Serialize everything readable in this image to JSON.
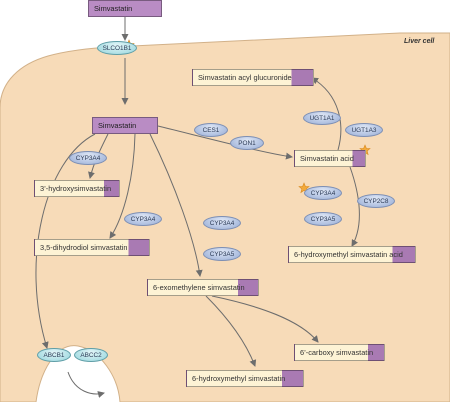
{
  "diagram": {
    "cell_label": "Liver cell",
    "boxes": {
      "simvastatin_extracellular": "Simvastatin",
      "simvastatin": "Simvastatin",
      "acyl_glucuronide": "Simvastatin acyl glucuronide",
      "simvastatin_acid": "Simvastatin acid",
      "hydroxy_3": "3’-hydroxysimvastatin",
      "dihydrodiol": "3,5-dihydrodiol simvastatin",
      "exomethylene": "6-exomethylene simvastatin",
      "hm_acid": "6-hydroxymethyl simvastatin acid",
      "carboxy": "6’-carboxy simvastatin",
      "hm_simvastatin": "6-hydroxymethyl simvastatin"
    },
    "enzymes": {
      "slco1b1": "SLCO1B1",
      "ces1": "CES1",
      "pon1": "PON1",
      "ugt1a1": "UGT1A1",
      "ugt1a3": "UGT1A3",
      "cyp3a4_a": "CYP3A4",
      "cyp3a4_b": "CYP3A4",
      "cyp3a4_c": "CYP3A4",
      "cyp3a5_c": "CYP3A5",
      "cyp3a4_d": "CYP3A4",
      "cyp3a5_d": "CYP3A5",
      "cyp2c8": "CYP2C8",
      "abcb1": "ABCB1",
      "abcc2": "ABCC2"
    },
    "colors": {
      "cell_fill": "#f7dbb8",
      "cell_edge": "#d2b189",
      "arrow": "#6d6d6d",
      "purple_box": "#b98cc4",
      "yellow_box": "#fdf3d5",
      "star": "#f2a93b"
    },
    "icons": [
      "star-icon"
    ]
  }
}
